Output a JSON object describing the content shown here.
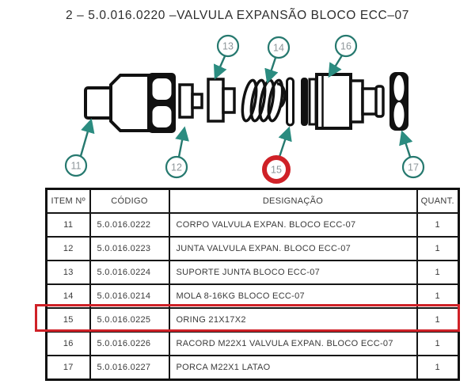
{
  "title": "2 – 5.0.016.0220 –VALVULA EXPANSÃO BLOCO ECC–07",
  "diagram": {
    "type": "exploded-parts-drawing",
    "colors": {
      "callout_circle": "#26796f",
      "leader_arrow": "#2b8c80",
      "highlight_ring": "#cf2127",
      "line_work": "#111111",
      "callout_number": "#8d969a"
    },
    "highlighted_callout": "15",
    "callouts": [
      {
        "number": "11",
        "part": "corpo-valvula-expansao"
      },
      {
        "number": "12",
        "part": "junta-valvula"
      },
      {
        "number": "13",
        "part": "suporte-junta"
      },
      {
        "number": "14",
        "part": "mola"
      },
      {
        "number": "15",
        "part": "oring",
        "highlighted": true
      },
      {
        "number": "16",
        "part": "racord"
      },
      {
        "number": "17",
        "part": "porca"
      }
    ]
  },
  "table": {
    "headers": [
      "ITEM Nº",
      "CÓDIGO",
      "DESIGNAÇÃO",
      "QUANT."
    ],
    "highlighted_item": "15",
    "rows": [
      {
        "item": "11",
        "codigo": "5.0.016.0222",
        "designacao": "CORPO VALVULA EXPAN. BLOCO ECC-07",
        "quant": "1"
      },
      {
        "item": "12",
        "codigo": "5.0.016.0223",
        "designacao": "JUNTA VALVULA EXPAN. BLOCO ECC-07",
        "quant": "1"
      },
      {
        "item": "13",
        "codigo": "5.0.016.0224",
        "designacao": "SUPORTE JUNTA BLOCO ECC-07",
        "quant": "1"
      },
      {
        "item": "14",
        "codigo": "5.0.016.0214",
        "designacao": "MOLA 8-16KG BLOCO ECC-07",
        "quant": "1"
      },
      {
        "item": "15",
        "codigo": "5.0.016.0225",
        "designacao": "ORING 21X17X2",
        "quant": "1"
      },
      {
        "item": "16",
        "codigo": "5.0.016.0226",
        "designacao": "RACORD M22X1 VALVULA EXPAN. BLOCO ECC-07",
        "quant": "1"
      },
      {
        "item": "17",
        "codigo": "5.0.016.0227",
        "designacao": "PORCA M22X1 LATAO",
        "quant": "1"
      }
    ]
  }
}
